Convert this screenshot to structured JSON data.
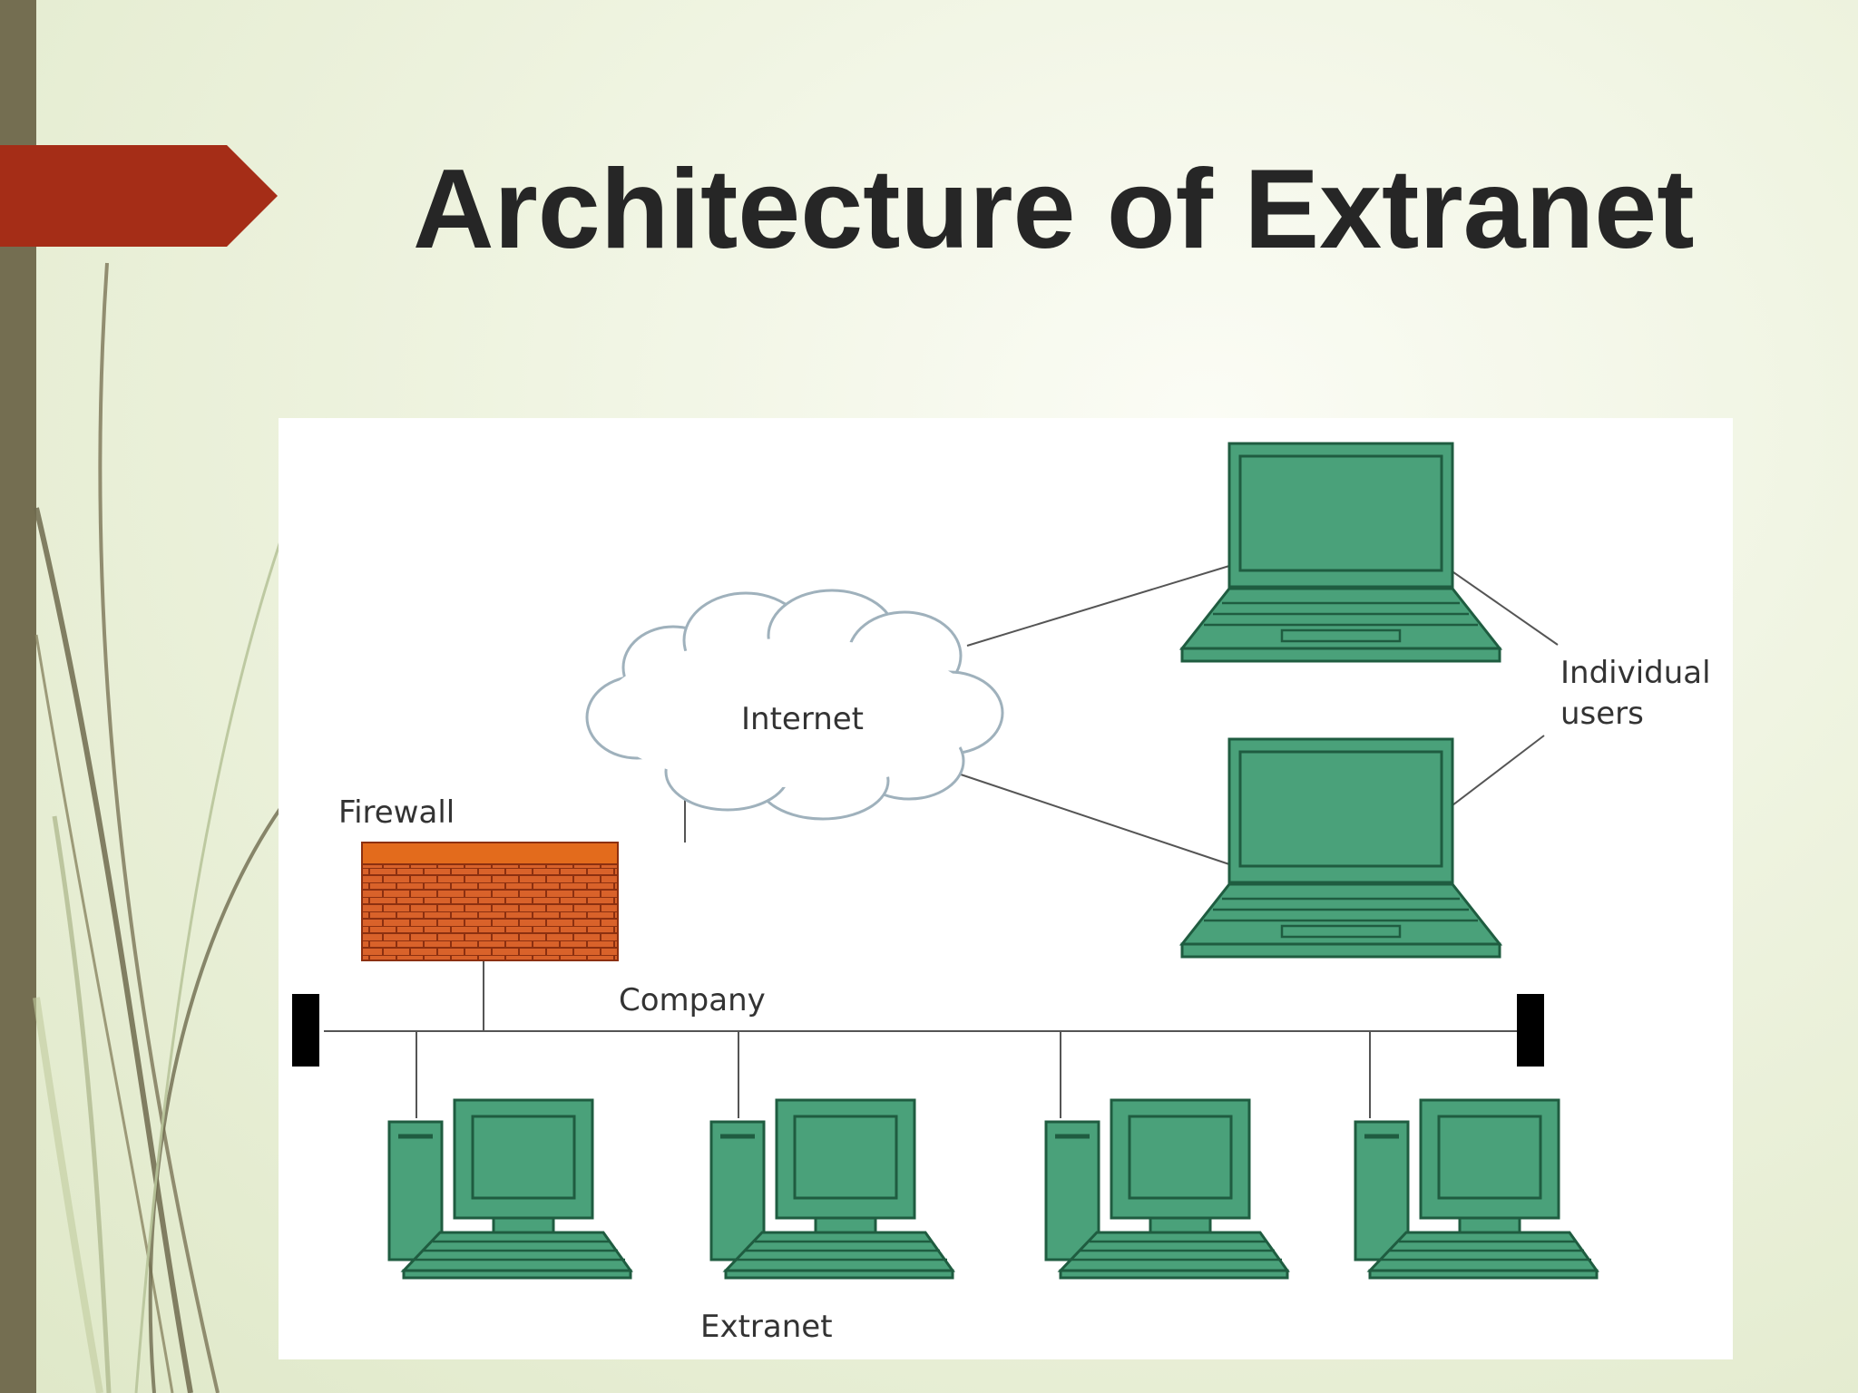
{
  "slide": {
    "title": "Architecture of Extranet"
  },
  "diagram": {
    "labels": {
      "internet": "Internet",
      "firewall": "Firewall",
      "company": "Company",
      "extranet": "Extranet",
      "users_line1": "Individual",
      "users_line2": "users"
    },
    "colors": {
      "device_fill": "#4aa17a",
      "device_stroke": "#1f5c40",
      "brick": "#d9622a",
      "firewall_cap": "#e36b1c",
      "title_accent": "#a52d17",
      "left_bar": "#746e51"
    }
  }
}
